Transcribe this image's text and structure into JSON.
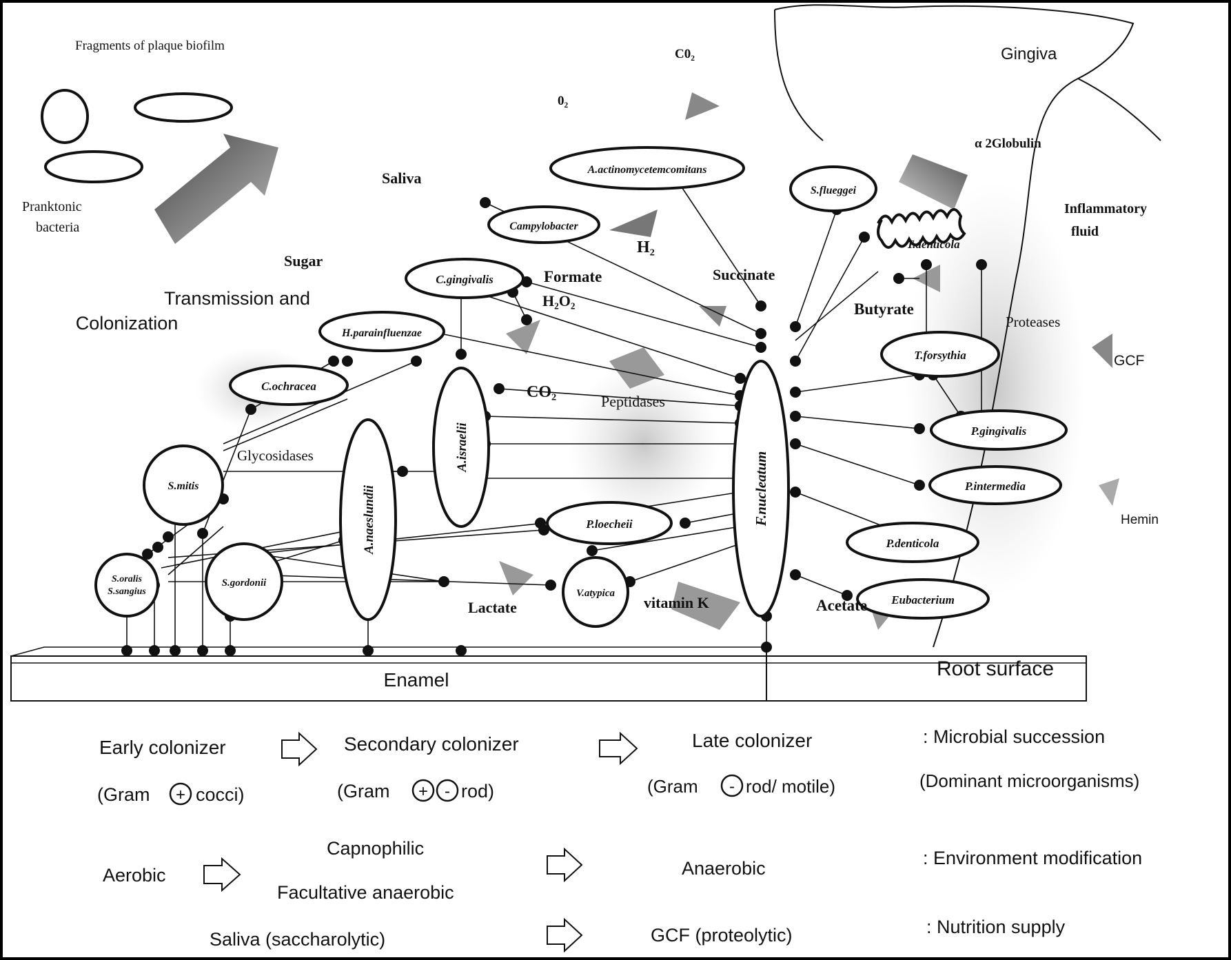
{
  "bacteria": {
    "aa": "A.actinomycetemcomitans",
    "campylobacter": "Campylobacter",
    "cging": "C.gingivalis",
    "hpara": "H.parainfluenzae",
    "coch": "C.ochracea",
    "smitis": "S.mitis",
    "soralis": "S.oralis",
    "ssangius": "S.sangius",
    "sgordonii": "S.gordonii",
    "anaeslundii": "A.naeslundii",
    "aisraelii": "A.israelii",
    "ploe": "P.loecheii",
    "vatyp": "V.atypica",
    "fnuc": "F.nucleatum",
    "sflueggei": "S.flueggei",
    "tdent": "T.denticola",
    "tfors": "T.forsythia",
    "pging": "P.gingivalis",
    "pint": "P.intermedia",
    "pdent": "P.denticola",
    "eub": "Eubacterium"
  },
  "labels": {
    "fragments": "Fragments of plaque biofilm",
    "pranktonic": "Pranktonic",
    "bacteria_word": "bacteria",
    "saliva": "Saliva",
    "sugar": "Sugar",
    "transmission": "Transmission and",
    "colonization": "Colonization",
    "glycosidases": "Glycosidases",
    "formate": "Formate",
    "h2o2": "H₂O₂",
    "co2": "CO₂",
    "h2": "H₂",
    "peptidases": "Peptidases",
    "lactate": "Lactate",
    "vitamin_k": "vitamin K",
    "succinate": "Succinate",
    "butyrate": "Butyrate",
    "acetate": "Acetate",
    "co2_top": "C0₂",
    "o2": "0₂",
    "gingiva": "Gingiva",
    "globulin": "α 2Globulin",
    "inflammatory": "Inflammatory",
    "fluid": "fluid",
    "proteases": "Proteases",
    "gcf": "GCF",
    "hemin": "Hemin",
    "enamel": "Enamel",
    "root_surface": "Root surface"
  },
  "legend": {
    "early": "Early colonizer",
    "secondary": "Secondary colonizer",
    "late": "Late colonizer",
    "succession": ": Microbial succession",
    "gram_open": "(Gram",
    "cocci": "cocci)",
    "rod": "rod)",
    "rod_motile": "rod/ motile)",
    "dominant": "(Dominant microorganisms)",
    "plus": "+",
    "minus": "-",
    "aerobic": "Aerobic",
    "capnophilic": "Capnophilic",
    "facultative": "Facultative anaerobic",
    "anaerobic": "Anaerobic",
    "environment": ": Environment modification",
    "saliva_sacch": "Saliva (saccharolytic)",
    "gcf_prot": "GCF (proteolytic)",
    "nutrition": ": Nutrition supply"
  }
}
